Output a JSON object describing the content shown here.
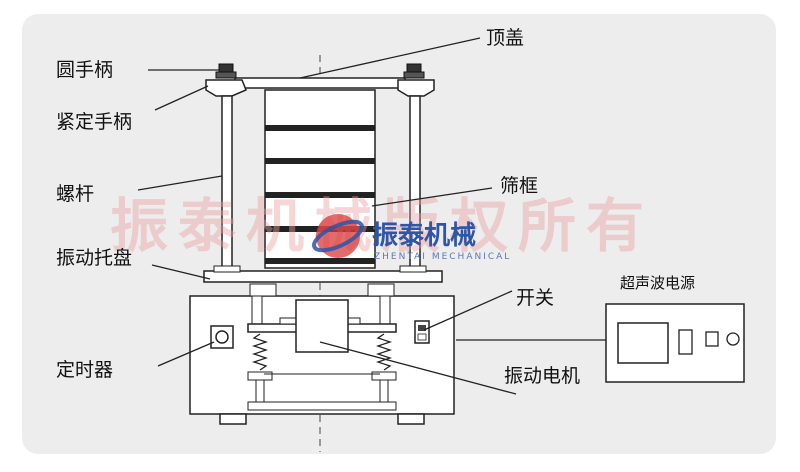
{
  "labels": {
    "top_cover": "顶盖",
    "round_handle": "圆手柄",
    "tightening_handle": "紧定手柄",
    "screw_rod": "螺杆",
    "sieve_frame": "筛框",
    "vibration_tray": "振动托盘",
    "switch": "开关",
    "ultrasonic_power": "超声波电源",
    "timer": "定时器",
    "vibration_motor": "振动电机"
  },
  "watermark": {
    "main": "振泰机械版权所有",
    "logo_text": "振泰机械",
    "logo_sub": "ZHENTAI MECHANICAL"
  },
  "colors": {
    "line": "#222222",
    "panel": "#ededed",
    "watermark": "#e8a0a0",
    "logo_blue": "#2d55a8",
    "logo_red": "#d93a3a"
  }
}
